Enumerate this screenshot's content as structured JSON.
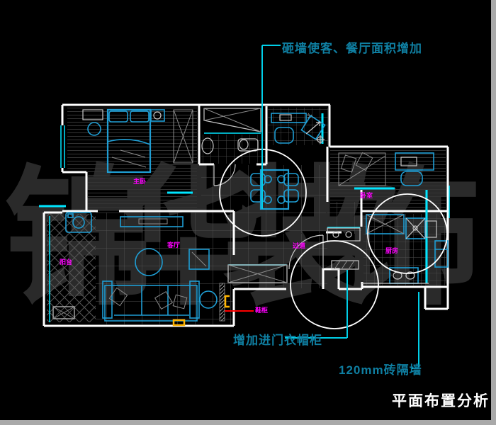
{
  "title": {
    "text": "平面布置分析"
  },
  "watermark": {
    "text": "锦华装饰"
  },
  "annotations": {
    "demolish_wall": {
      "text": "砸墙使客、餐厅面积增加"
    },
    "entry_wardrobe": {
      "text": "增加进门衣帽柜"
    },
    "brick_wall": {
      "text": "120mm砖隔墙"
    }
  },
  "room_labels": {
    "master_bedroom": "主卧",
    "balcony": "阳台",
    "living_room": "客厅",
    "hallway": "过道",
    "bedroom2": "卧室",
    "kitchen": "厨房",
    "shoe_cabinet": "鞋柜"
  },
  "colors": {
    "bg": "#000000",
    "wall": "#ffffff",
    "furniture": "#1f9ed4",
    "cyan": "#00e5ff",
    "leader": "#00cfe8",
    "annotation": "#0f7fa2",
    "label": "#ff00ff",
    "red": "#ff0000",
    "yellow": "#ffb400",
    "watermark": "#2a2a2a",
    "border": "#a9a9a9",
    "title": "#ffffff"
  }
}
